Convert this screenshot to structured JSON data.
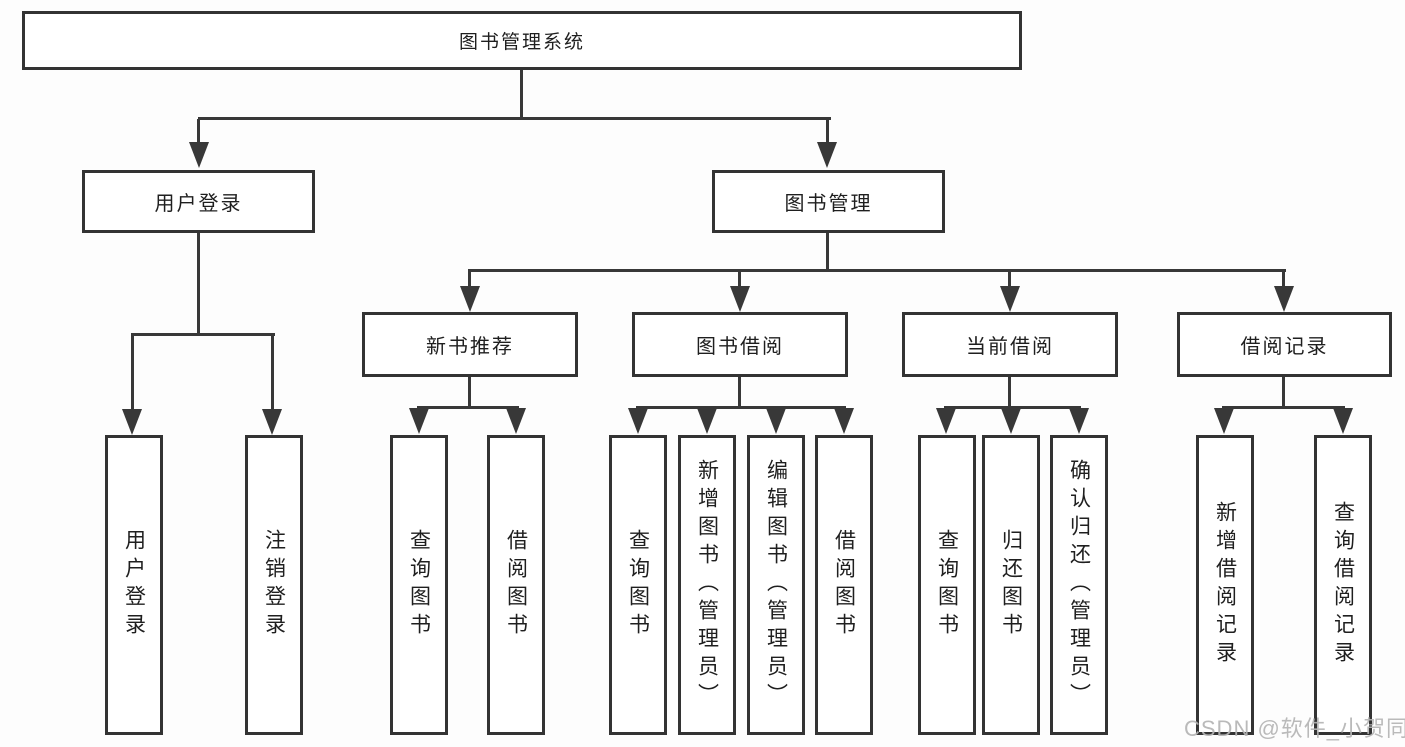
{
  "diagram": {
    "title": "图书管理系统",
    "branches": {
      "user_login": {
        "label": "用户登录",
        "children": {
          "login": "用户登录",
          "logout": "注销登录"
        }
      },
      "book_mgmt": {
        "label": "图书管理",
        "modules": {
          "new_books": {
            "label": "新书推荐",
            "children": {
              "query": "查询图书",
              "borrow": "借阅图书"
            }
          },
          "book_borrow": {
            "label": "图书借阅",
            "children": {
              "query": "查询图书",
              "add": "新增图书（管理员）",
              "edit": "编辑图书（管理员）",
              "borrow": "借阅图书"
            }
          },
          "current_borrow": {
            "label": "当前借阅",
            "children": {
              "query": "查询图书",
              "return": "归还图书",
              "confirm": "确认归还（管理员）"
            }
          },
          "borrow_records": {
            "label": "借阅记录",
            "children": {
              "add": "新增借阅记录",
              "query": "查询借阅记录"
            }
          }
        }
      }
    }
  },
  "watermark": "CSDN @软件_小贺同学",
  "colors": {
    "box_border": "#333333",
    "connector_line": "#383838",
    "text": "#1f1f1f",
    "watermark": "#b5b5b5",
    "background": "#fdfdfd"
  }
}
